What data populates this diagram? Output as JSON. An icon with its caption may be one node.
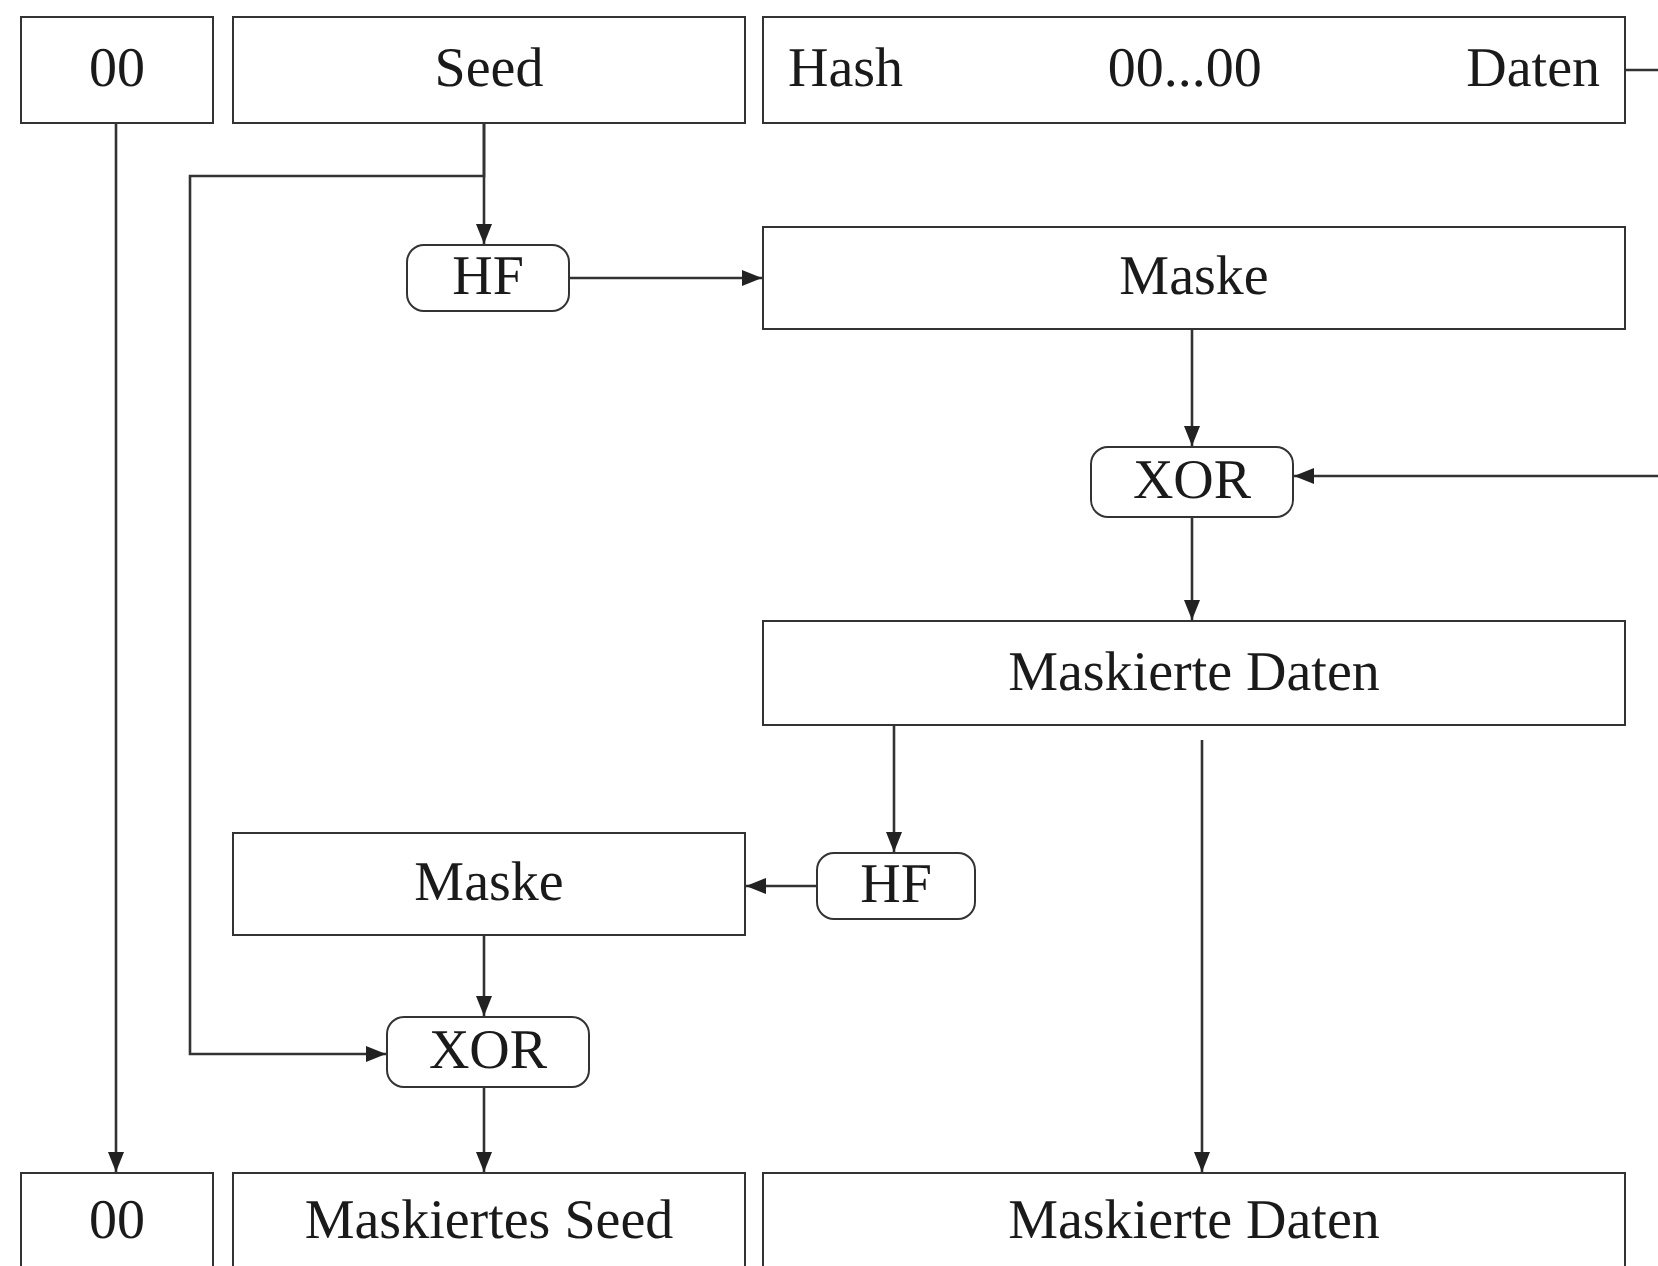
{
  "diagram": {
    "nodes": [
      {
        "text": [
          "00"
        ]
      },
      {
        "text": [
          "Seed"
        ]
      },
      {
        "text": [
          "Hash",
          "00...00",
          "Daten"
        ]
      },
      {
        "text": [
          "HF"
        ]
      },
      {
        "text": [
          "Maske"
        ]
      },
      {
        "text": [
          "XOR"
        ]
      },
      {
        "text": [
          "Maskierte Daten"
        ]
      },
      {
        "text": [
          "HF"
        ]
      },
      {
        "text": [
          "Maske"
        ]
      },
      {
        "text": [
          "XOR"
        ]
      },
      {
        "text": [
          "00"
        ]
      },
      {
        "text": [
          "Maskiertes Seed"
        ]
      },
      {
        "text": [
          "Maskierte Daten"
        ]
      }
    ],
    "edges": [
      {
        "from": 0,
        "to": 10,
        "arrow": "to"
      },
      {
        "from": 1,
        "to": 3,
        "arrow": "to"
      },
      {
        "from": 1,
        "to": 9,
        "arrow": "to"
      },
      {
        "from": 3,
        "to": 4,
        "arrow": "to"
      },
      {
        "from": 4,
        "to": 5,
        "arrow": "to"
      },
      {
        "from": 2,
        "to": 5,
        "arrow": "to"
      },
      {
        "from": 5,
        "to": 6,
        "arrow": "to"
      },
      {
        "from": 6,
        "to": 7,
        "arrow": "to"
      },
      {
        "from": 6,
        "to": 12,
        "arrow": "to"
      },
      {
        "from": 7,
        "to": 8,
        "arrow": "to"
      },
      {
        "from": 8,
        "to": 9,
        "arrow": "to"
      },
      {
        "from": 9,
        "to": 11,
        "arrow": "to"
      }
    ]
  }
}
